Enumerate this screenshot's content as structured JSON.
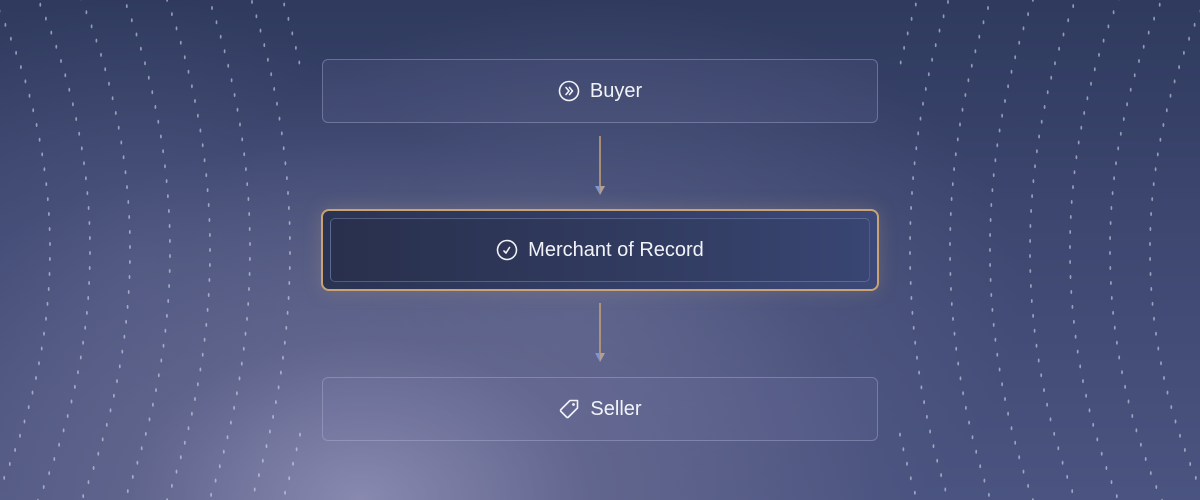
{
  "diagram": {
    "nodes": [
      {
        "id": "buyer",
        "label": "Buyer",
        "icon": "double-chevron-right-circle-icon"
      },
      {
        "id": "merchant_of_record",
        "label": "Merchant of Record",
        "icon": "check-circle-icon",
        "highlighted": true
      },
      {
        "id": "seller",
        "label": "Seller",
        "icon": "price-tag-icon"
      }
    ],
    "edges": [
      {
        "from": "buyer",
        "to": "merchant_of_record"
      },
      {
        "from": "merchant_of_record",
        "to": "seller"
      }
    ]
  },
  "colors": {
    "highlight_border": "#c9a376",
    "arrow_line": "#c9a376",
    "arrow_head": "#7f95cf",
    "text": "#f2f3f8"
  }
}
